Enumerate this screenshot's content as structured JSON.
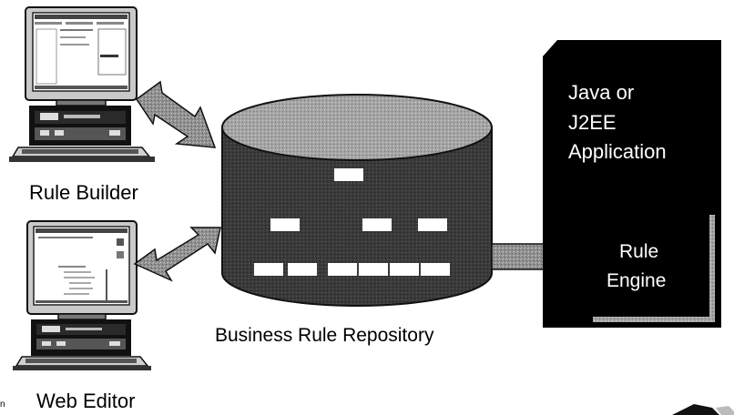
{
  "computers": [
    {
      "label": "Rule Builder"
    },
    {
      "label": "Web Editor"
    }
  ],
  "repository": {
    "label": "Business Rule Repository"
  },
  "application": {
    "lines": [
      "Java or",
      "J2EE",
      "Application"
    ]
  },
  "engine": {
    "lines": [
      "Rule",
      "Engine"
    ]
  },
  "fragments": {
    "left_edge": "n"
  },
  "colors": {
    "cylinder_body": "#3a3a3a",
    "cylinder_top": "#9a9a9a",
    "arrow": "#8c8c8c",
    "app_box": "#000000",
    "engine_border": "#a0a0a0"
  }
}
